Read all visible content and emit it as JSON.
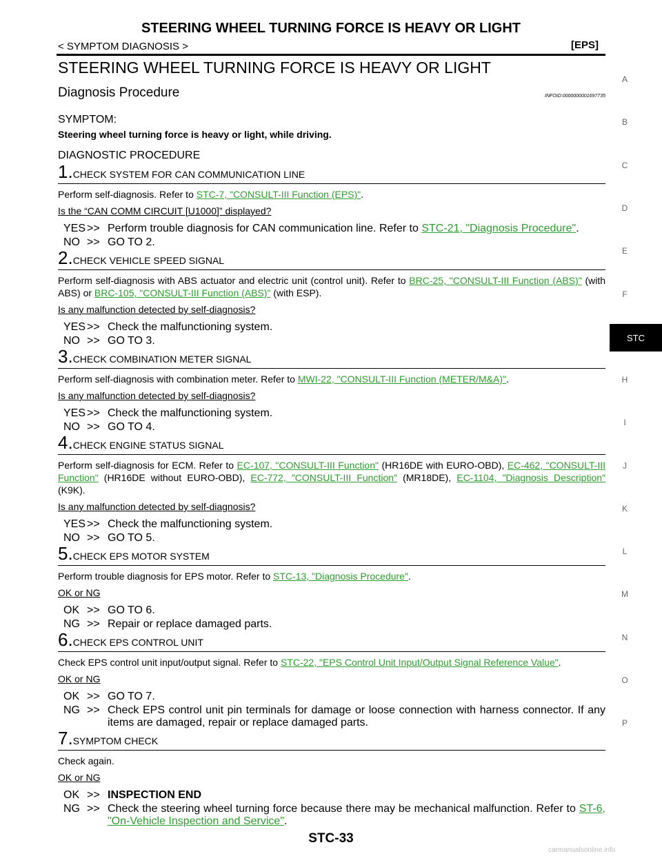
{
  "header": {
    "title": "STEERING WHEEL TURNING FORCE IS HEAVY OR LIGHT",
    "section": "< SYMPTOM DIAGNOSIS >",
    "tag": "[EPS]"
  },
  "page_title": "STEERING WHEEL TURNING FORCE IS HEAVY OR LIGHT",
  "subtitle": "Diagnosis Procedure",
  "info_id": "INFOID:0000000001697735",
  "symptom_label": "SYMPTOM:",
  "symptom_desc": "Steering wheel turning force is heavy or light, while driving.",
  "diag_label": "DIAGNOSTIC PROCEDURE",
  "steps": [
    {
      "num": "1.",
      "title": "CHECK SYSTEM FOR CAN COMMUNICATION LINE",
      "body_pre": "Perform self-diagnosis. Refer to ",
      "body_link": "STC-7, \"CONSULT-III Function (EPS)\"",
      "body_post": ".",
      "question": "Is the “CAN COMM CIRCUIT [U1000]” displayed?",
      "ans1_key": "YES",
      "ans1_pre": "Perform trouble diagnosis for CAN communication line. Refer to ",
      "ans1_link": "STC-21, \"Diagnosis Procedure\"",
      "ans1_post": ".",
      "ans2_key": "NO",
      "ans2": "GO TO 2."
    },
    {
      "num": "2.",
      "title": "CHECK VEHICLE SPEED SIGNAL",
      "body_pre": "Perform self-diagnosis with ABS actuator and electric unit (control unit). Refer to ",
      "body_link1": "BRC-25, \"CONSULT-III Function (ABS)\"",
      "body_mid": " (with ABS) or ",
      "body_link2": "BRC-105, \"CONSULT-III Function (ABS)\"",
      "body_post": " (with ESP).",
      "question": "Is any malfunction detected by self-diagnosis?",
      "ans1_key": "YES",
      "ans1": "Check the malfunctioning system.",
      "ans2_key": "NO",
      "ans2": "GO TO 3."
    },
    {
      "num": "3.",
      "title": "CHECK COMBINATION METER SIGNAL",
      "body_pre": "Perform self-diagnosis with combination meter. Refer to ",
      "body_link": "MWI-22, \"CONSULT-III Function (METER/M&A)\"",
      "body_post": ".",
      "question": "Is any malfunction detected by self-diagnosis?",
      "ans1_key": "YES",
      "ans1": "Check the malfunctioning system.",
      "ans2_key": "NO",
      "ans2": "GO TO 4."
    },
    {
      "num": "4.",
      "title": "CHECK ENGINE STATUS SIGNAL",
      "body_pre": "Perform self-diagnosis for ECM. Refer to ",
      "body_link1": "EC-107, \"CONSULT-III Function\"",
      "body_mid1": " (HR16DE with EURO-OBD), ",
      "body_link2": "EC-462, \"CONSULT-III Function\"",
      "body_mid2": " (HR16DE without EURO-OBD), ",
      "body_link3": "EC-772, \"CONSULT-III Function\"",
      "body_mid3": " (MR18DE), ",
      "body_link4": "EC-1104, \"Diagnosis Description\"",
      "body_post": " (K9K).",
      "question": "Is any malfunction detected by self-diagnosis?",
      "ans1_key": "YES",
      "ans1": "Check the malfunctioning system.",
      "ans2_key": "NO",
      "ans2": "GO TO 5."
    },
    {
      "num": "5.",
      "title": "CHECK EPS MOTOR SYSTEM",
      "body_pre": "Perform trouble diagnosis for EPS motor. Refer to ",
      "body_link": "STC-13, \"Diagnosis Procedure\"",
      "body_post": ".",
      "question": "OK or NG",
      "ans1_key": "OK",
      "ans1": "GO TO 6.",
      "ans2_key": "NG",
      "ans2": "Repair or replace damaged parts."
    },
    {
      "num": "6.",
      "title": "CHECK EPS CONTROL UNIT",
      "body_pre": "Check EPS control unit input/output signal. Refer to ",
      "body_link": "STC-22, \"EPS Control Unit Input/Output Signal Reference Value\"",
      "body_post": ".",
      "question": "OK or NG",
      "ans1_key": "OK",
      "ans1": "GO TO 7.",
      "ans2_key": "NG",
      "ans2": "Check EPS control unit pin terminals for damage or loose connection with harness connector. If any items are damaged, repair or replace damaged parts."
    },
    {
      "num": "7.",
      "title": "SYMPTOM CHECK",
      "body": "Check again.",
      "question": "OK or NG",
      "ans1_key": "OK",
      "ans1": "INSPECTION END",
      "ans2_key": "NG",
      "ans2_pre": "Check the steering wheel turning force because there may be mechanical malfunction. Refer to ",
      "ans2_link": "ST-6, \"On-Vehicle Inspection and Service\"",
      "ans2_post": "."
    }
  ],
  "arrow": ">>",
  "side_index": [
    "A",
    "B",
    "C",
    "D",
    "E",
    "F",
    "STC",
    "H",
    "I",
    "J",
    "K",
    "L",
    "M",
    "N",
    "O",
    "P"
  ],
  "page_number": "STC-33",
  "watermark": "carmanualsonline.info",
  "colors": {
    "link": "#2e9e2e",
    "tab_bg": "#000000"
  }
}
